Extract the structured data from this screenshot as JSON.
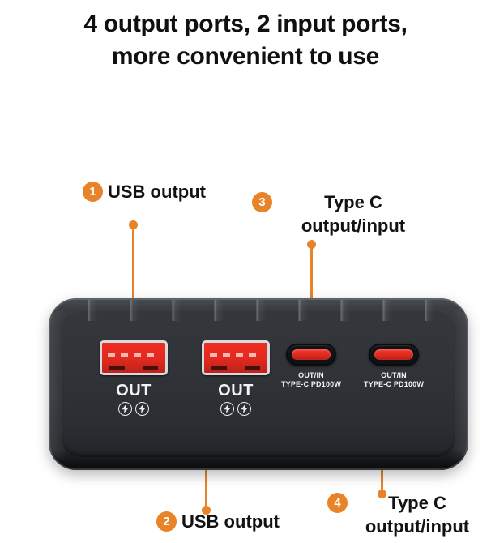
{
  "title": {
    "line1": "4 output ports, 2 input ports,",
    "line2": "more convenient to use"
  },
  "colors": {
    "accent_orange": "#e8832a",
    "port_red": "#e22a20",
    "device_body": "#2e3136",
    "title_text": "#101010",
    "caption_text": "#f2f3f5",
    "background": "#ffffff"
  },
  "callouts": [
    {
      "number": "1",
      "label_line1": "USB output",
      "label_line2": "",
      "target": "usb-port-1"
    },
    {
      "number": "2",
      "label_line1": "USB output",
      "label_line2": "",
      "target": "usb-port-2"
    },
    {
      "number": "3",
      "label_line1": "Type C",
      "label_line2": "output/input",
      "target": "usbc-port-1"
    },
    {
      "number": "4",
      "label_line1": "Type C",
      "label_line2": "output/input",
      "target": "usbc-port-2"
    }
  ],
  "device": {
    "ports": [
      {
        "id": "usb-port-1",
        "type": "USB-A",
        "caption": "OUT",
        "badges": [
          "fast-charge",
          "fast-charge"
        ]
      },
      {
        "id": "usb-port-2",
        "type": "USB-A",
        "caption": "OUT",
        "badges": [
          "fast-charge",
          "fast-charge"
        ]
      },
      {
        "id": "usbc-port-1",
        "type": "USB-C",
        "caption_line1": "OUT/IN",
        "caption_line2": "TYPE-C PD100W"
      },
      {
        "id": "usbc-port-2",
        "type": "USB-C",
        "caption_line1": "OUT/IN",
        "caption_line2": "TYPE-C PD100W"
      }
    ]
  }
}
